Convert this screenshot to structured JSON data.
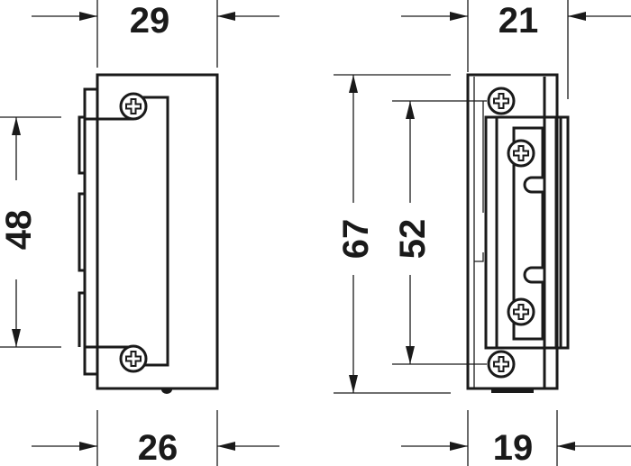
{
  "dimensions": {
    "front_width_top": "29",
    "front_height": "48",
    "front_width_bottom": "26",
    "side_total_height": "67",
    "side_screw_spacing": "52",
    "side_width_top": "21",
    "side_width_bottom": "19"
  },
  "colors": {
    "line": "#1a1a1a",
    "background": "#ffffff"
  }
}
